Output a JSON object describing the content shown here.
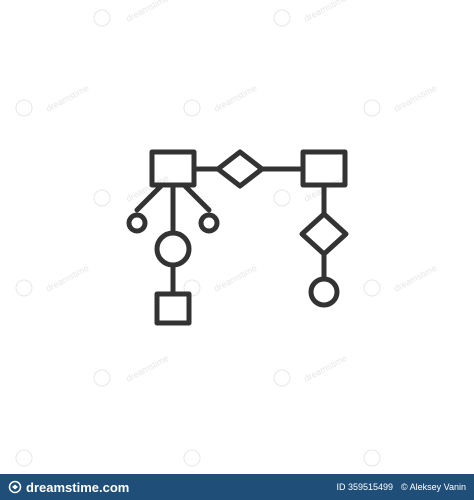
{
  "icon": {
    "name": "workflow-diagram-icon",
    "stroke_color": "#333333"
  },
  "watermark": {
    "text": "dreamstime"
  },
  "footer": {
    "brand": "dreamstime.com",
    "id_text": "ID 359515499",
    "author": "© Aleksey Vanin",
    "background_color": "#1f4f78"
  }
}
